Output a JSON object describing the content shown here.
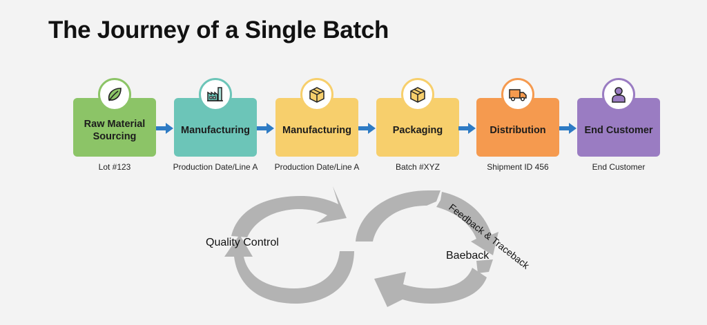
{
  "title": "The Journey of a Single Batch",
  "stages": [
    {
      "label": "Raw Material Sourcing",
      "line1": "Raw Material",
      "line2": "Sourcing",
      "sub": "Lot #123",
      "icon": "leaf-icon",
      "color": "#8cc467",
      "ring": "#8cc467"
    },
    {
      "label": "Manufacturing",
      "line1": "Manufacturing",
      "line2": "",
      "sub": "Production Date/Line A",
      "icon": "factory-icon",
      "color": "#6cc5b8",
      "ring": "#6cc5b8"
    },
    {
      "label": "Manufacturing",
      "line1": "Manufacturing",
      "line2": "",
      "sub": "Production Date/Line A",
      "icon": "box-icon",
      "color": "#f7cf6c",
      "ring": "#f7cf6c"
    },
    {
      "label": "Packaging",
      "line1": "Packaging",
      "line2": "",
      "sub": "Batch #XYZ",
      "icon": "box-icon",
      "color": "#f7cf6c",
      "ring": "#f7cf6c"
    },
    {
      "label": "Distribution",
      "line1": "Distribution",
      "line2": "",
      "sub": "Shipment ID 456",
      "icon": "truck-icon",
      "color": "#f59a4f",
      "ring": "#f59a4f"
    },
    {
      "label": "End Customer",
      "line1": "End Customer",
      "line2": "",
      "sub": "End Customer",
      "icon": "person-icon",
      "color": "#9a7cc2",
      "ring": "#9a7cc2"
    }
  ],
  "arrow_color": "#2e7bc4",
  "cycle_color": "#b3b3b3",
  "loops": {
    "left_label": "Quality Control",
    "right_label": "Baeback",
    "arc_label": "Feedback & Traceback"
  }
}
